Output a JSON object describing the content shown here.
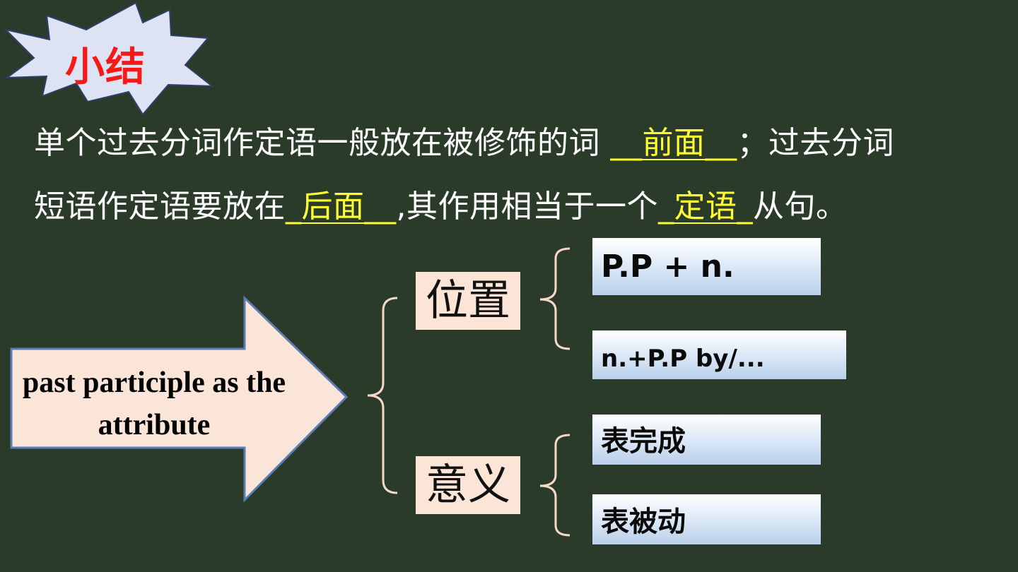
{
  "title": "小结",
  "summary": {
    "line1": {
      "before": "单个过去分词作定语一般放在被修饰的词 ",
      "blank": "__前面__",
      "after": "；过去分词"
    },
    "line2": {
      "before": "短语作定语要放在",
      "blank1": "_后面__",
      "middle": ",其作用相当于一个",
      "blank2": "_定语_",
      "after": "从句。"
    }
  },
  "diagram": {
    "root": "past participle as the attribute",
    "categories": [
      {
        "label": "位置",
        "items": [
          "P.P + n.",
          "n.+P.P by/..."
        ]
      },
      {
        "label": "意义",
        "items": [
          "表完成",
          "表被动"
        ]
      }
    ]
  },
  "colors": {
    "background": "#2b3b2a",
    "title": "#f41a1a",
    "blank": "#ffff33",
    "category_box": "#fce4d6",
    "brace": "#f4d9c6"
  }
}
